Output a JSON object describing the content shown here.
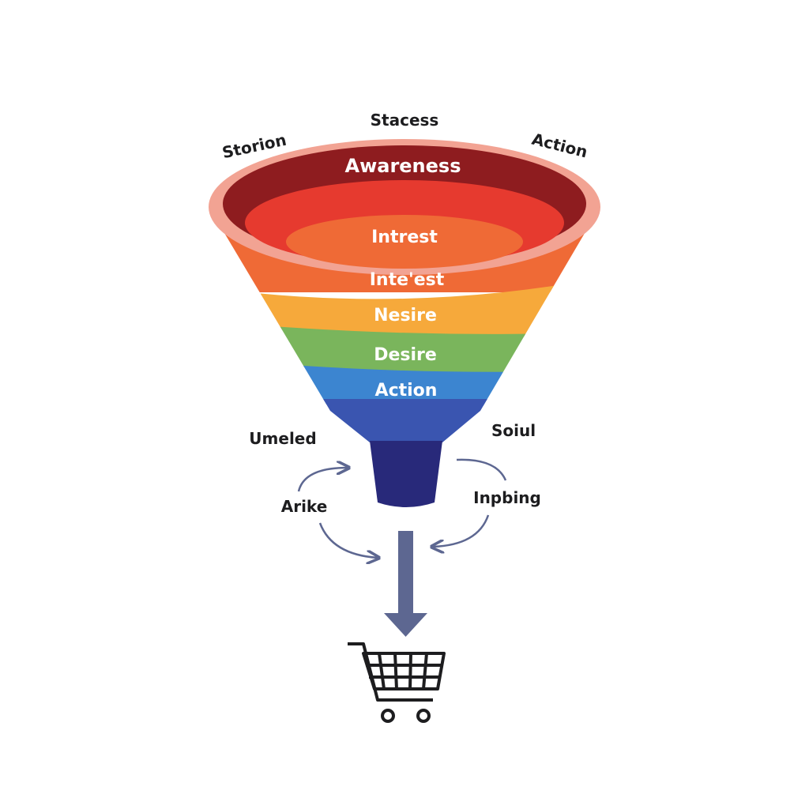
{
  "top_labels": {
    "left": "Storion",
    "center": "Stacess",
    "right": "Action"
  },
  "stages": [
    {
      "label": "Awareness",
      "color": "#8e1c1f"
    },
    {
      "label": "Intrest",
      "color": "#e63a2f"
    },
    {
      "label": "Inte'est",
      "color": "#ef6a36"
    },
    {
      "label": "Nesire",
      "color": "#f6a93b"
    },
    {
      "label": "Desire",
      "color": "#7ab55c"
    },
    {
      "label": "Action",
      "color": "#3c85d0"
    }
  ],
  "side_labels": {
    "upper_left": "Umeled",
    "lower_left": "Arike",
    "upper_right": "Soiul",
    "lower_right": "Inpbing"
  },
  "colors": {
    "funnel_rim": "#f2a393",
    "funnel_blue": "#3a55b0",
    "funnel_spout": "#28297a",
    "arrow": "#5d6791",
    "cart": "#1d1d1f"
  },
  "icons": {
    "down_arrow": "down-arrow-icon",
    "cart": "shopping-cart-icon",
    "cycle_arrows": "curved-arrow-icon"
  }
}
